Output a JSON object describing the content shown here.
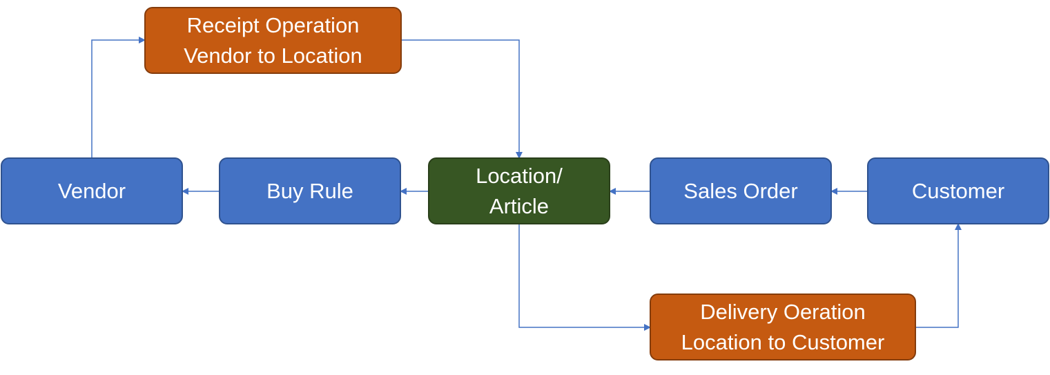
{
  "diagram": {
    "nodes": {
      "receipt_operation": {
        "line1": "Receipt Operation",
        "line2": "Vendor to Location"
      },
      "vendor": {
        "label": "Vendor"
      },
      "buy_rule": {
        "label": "Buy Rule"
      },
      "location_article": {
        "line1": "Location/",
        "line2": "Article"
      },
      "sales_order": {
        "label": "Sales Order"
      },
      "customer": {
        "label": "Customer"
      },
      "delivery_operation": {
        "line1": "Delivery Oeration",
        "line2": "Location to Customer"
      }
    },
    "colors": {
      "blue_node": "#4472c4",
      "orange_node": "#c55a11",
      "green_node": "#375623",
      "connector": "#4472c4"
    }
  }
}
